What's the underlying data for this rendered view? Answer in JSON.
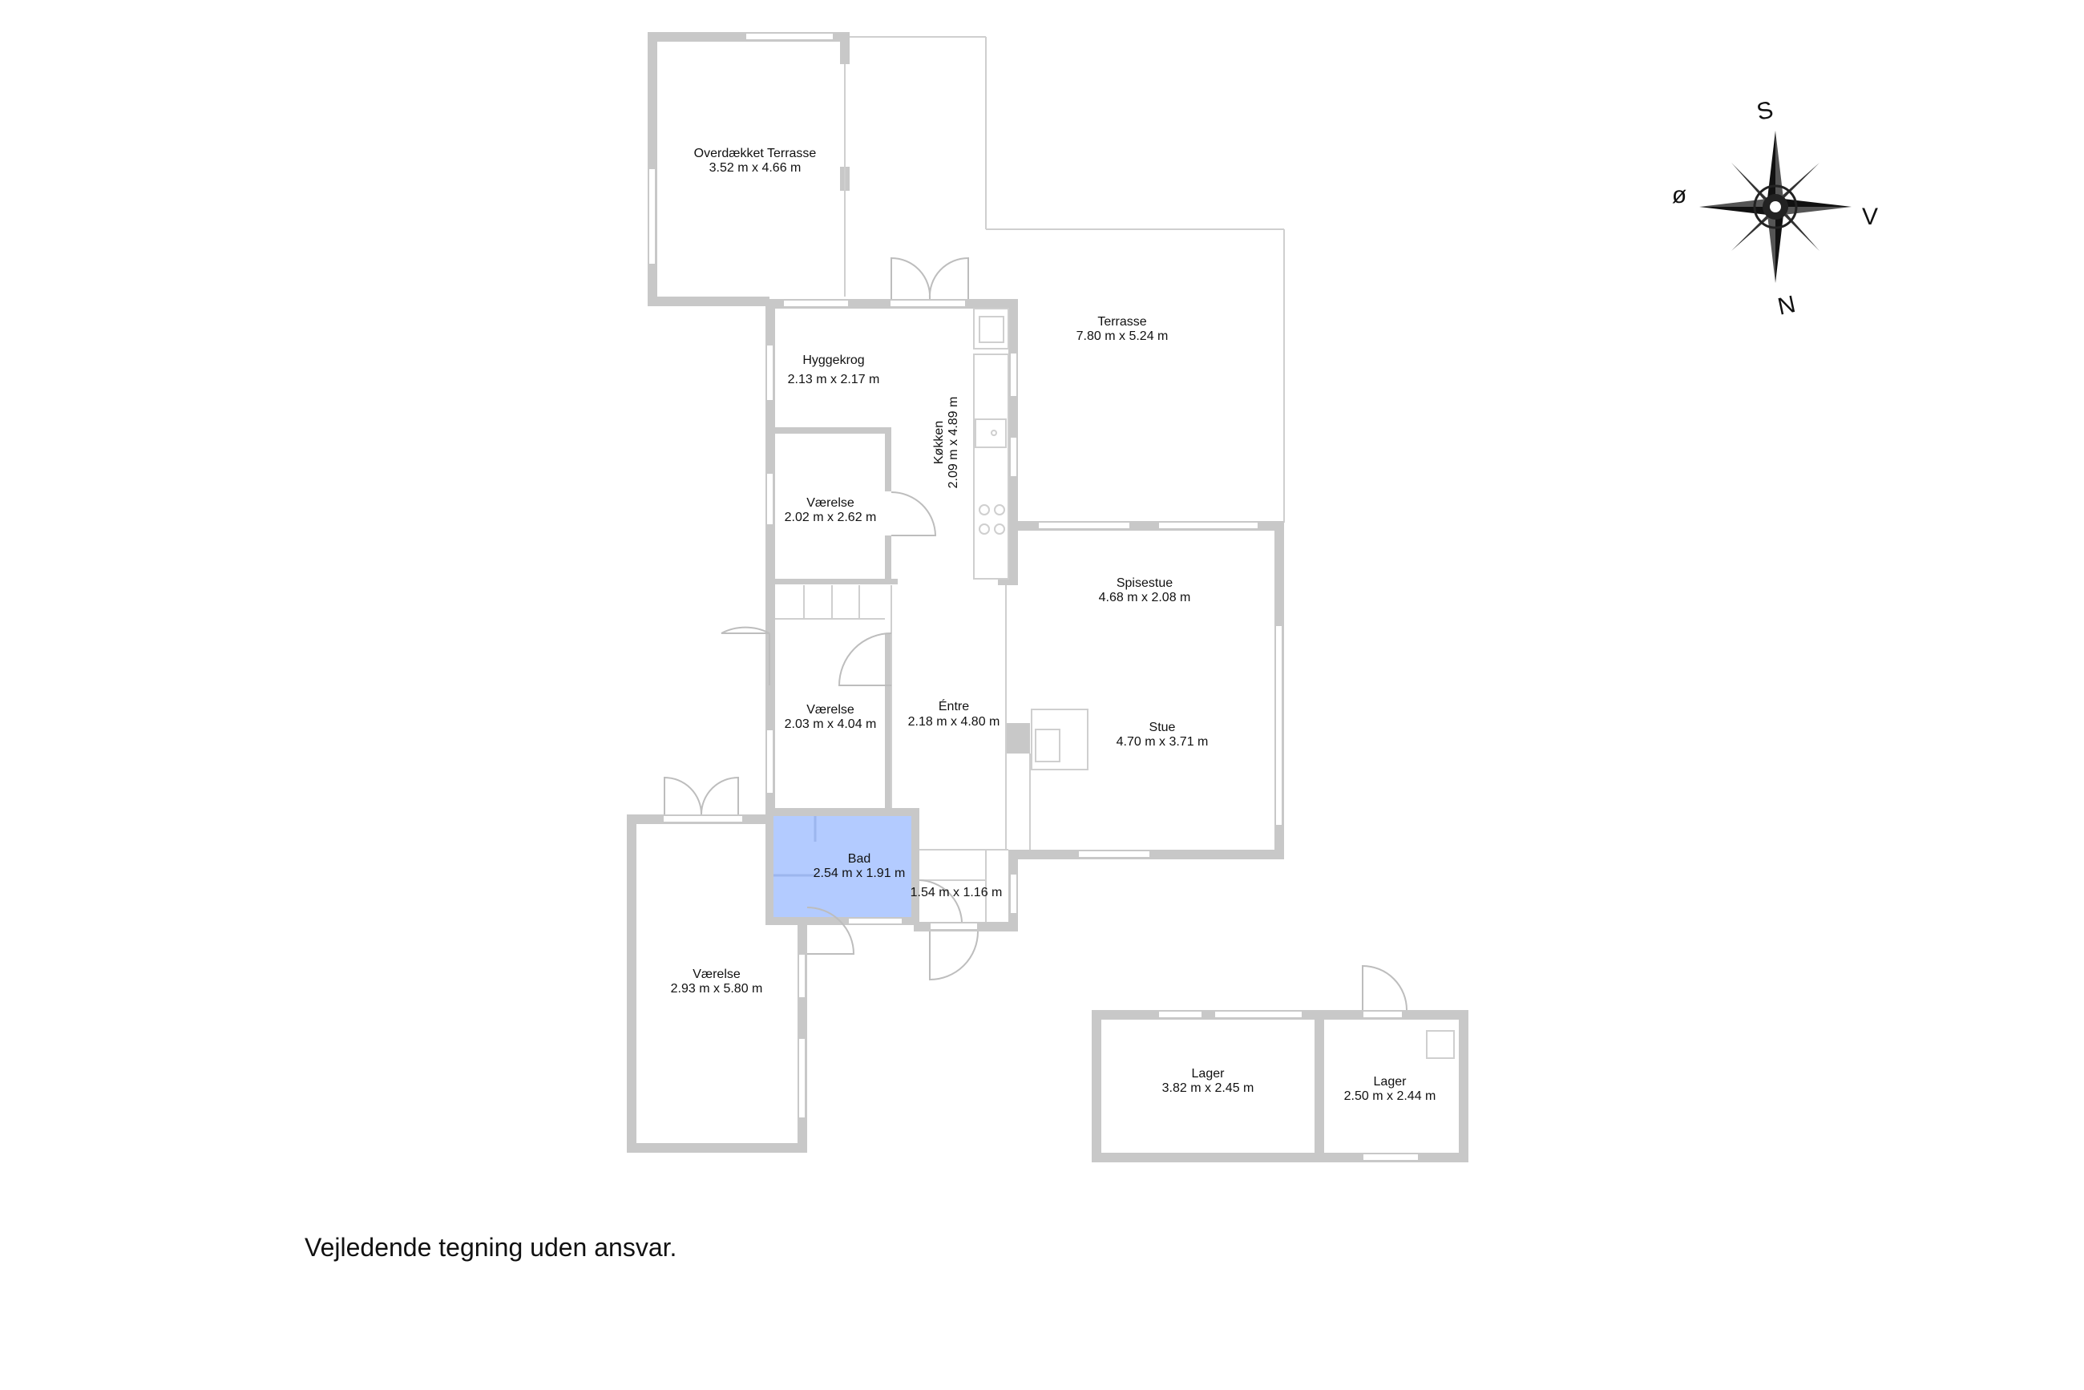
{
  "rooms": {
    "overdaekket_terrasse": {
      "name": "Overdækket Terrasse",
      "size": "3.52 m x 4.66 m"
    },
    "terrasse": {
      "name": "Terrasse",
      "size": "7.80 m x 5.24 m"
    },
    "hyggekrog": {
      "name": "Hyggekrog",
      "size": "2.13 m x 2.17 m"
    },
    "koekken": {
      "name": "Køkken",
      "size": "2.09 m x 4.89 m"
    },
    "vaerelse_1": {
      "name": "Værelse",
      "size": "2.02 m x 2.62 m"
    },
    "spisestue": {
      "name": "Spisestue",
      "size": "4.68 m x 2.08 m"
    },
    "vaerelse_2": {
      "name": "Værelse",
      "size": "2.03 m x 4.04 m"
    },
    "entre": {
      "name": "Éntre",
      "size": "2.18 m x 4.80 m"
    },
    "stue": {
      "name": "Stue",
      "size": "4.70 m x 3.71 m"
    },
    "bad": {
      "name": "Bad",
      "size": "2.54 m x 1.91 m",
      "fill": "#b3cbff"
    },
    "bryggers": {
      "name": "",
      "size": "1.54 m x 1.16 m"
    },
    "vaerelse_3": {
      "name": "Værelse",
      "size": "2.93 m x 5.80 m"
    },
    "lager_1": {
      "name": "Lager",
      "size": "3.82 m x 2.45 m"
    },
    "lager_2": {
      "name": "Lager",
      "size": "2.50 m x 2.44 m"
    }
  },
  "compass": {
    "north": "N",
    "south": "S",
    "east": "ø",
    "west": "V"
  },
  "disclaimer": "Vejledende tegning uden ansvar.",
  "colors": {
    "wall": "#c8c8c8",
    "bathroom": "#b3cbff",
    "text": "#111111"
  }
}
